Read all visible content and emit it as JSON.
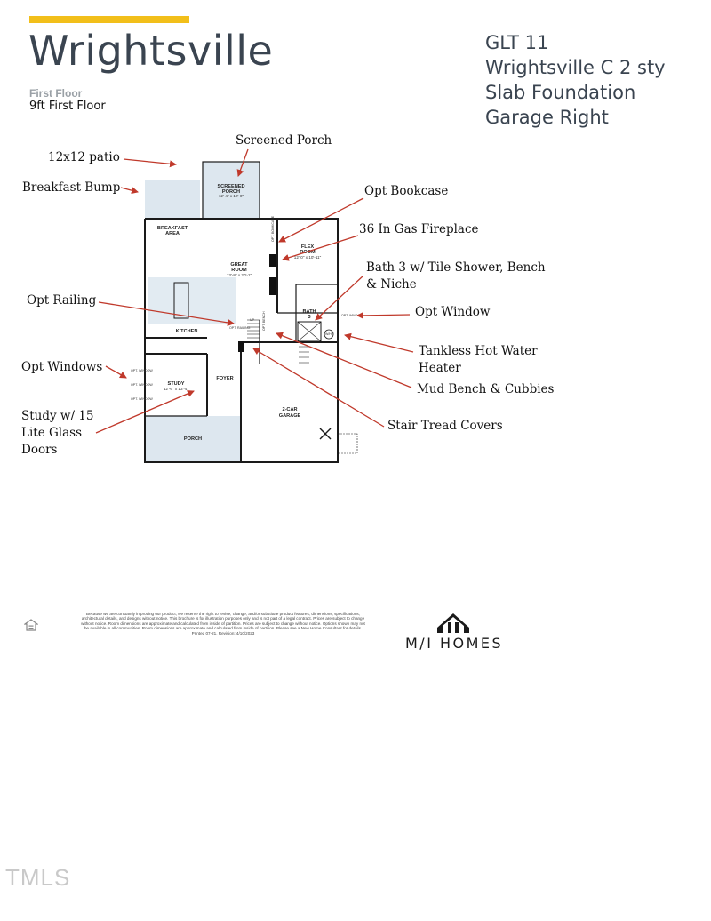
{
  "header": {
    "title": "Wrightsville",
    "floor_label": "First Floor",
    "ceiling_label": "9ft First Floor"
  },
  "spec_lines": [
    "GLT 11",
    "Wrightsville C 2 sty",
    "Slab Foundation",
    "Garage Right"
  ],
  "callouts": {
    "screened_porch": "Screened Porch",
    "patio": "12x12 patio",
    "breakfast_bump": "Breakfast Bump",
    "opt_bookcase": "Opt Bookcase",
    "gas_fireplace": "36 In Gas Fireplace",
    "bath3_line1": "Bath 3 w/ Tile Shower, Bench",
    "bath3_line2": "& Niche",
    "opt_railing": "Opt Railing",
    "opt_window": "Opt Window",
    "tankless_line1": "Tankless Hot Water",
    "tankless_line2": "Heater",
    "opt_windows": "Opt Windows",
    "mud_bench": "Mud Bench & Cubbies",
    "study_line1": "Study w/ 15",
    "study_line2": "Lite Glass",
    "study_line3": "Doors",
    "stair_tread": "Stair Tread Covers"
  },
  "rooms": {
    "screened_porch": {
      "name_line1": "SCREENED",
      "name_line2": "PORCH",
      "dims": "12'-4\" x 12'-0\""
    },
    "breakfast": {
      "name_line1": "BREAKFAST",
      "name_line2": "AREA"
    },
    "great_room": {
      "name_line1": "GREAT",
      "name_line2": "ROOM",
      "dims": "13'-8\" x 20'-1\""
    },
    "flex_room": {
      "name_line1": "FLEX",
      "name_line2": "ROOM",
      "dims": "12'-0\" x 10'-11\""
    },
    "bath": {
      "name_line1": "BATH",
      "name_line2": "3"
    },
    "kitchen": {
      "name": "KITCHEN"
    },
    "study": {
      "name": "STUDY",
      "dims": "12'-6\" x 13'-4\""
    },
    "foyer": {
      "name": "FOYER"
    },
    "garage": {
      "name_line1": "2-CAR",
      "name_line2": "GARAGE"
    },
    "porch": {
      "name": "PORCH"
    }
  },
  "plan_notes": {
    "opt_bookcase_small": "OPT. BOOKCASE",
    "opt_railing_small": "OPT. RAILING",
    "opt_window_small": "OPT. WINDOW",
    "opt_window_a": "OPT. WINDOW",
    "opt_window_b": "OPT. WINDOW",
    "opt_window_c": "OPT. WINDOW",
    "opt_bench_small": "OPT. BENCH",
    "up_label": "UP",
    "wh_label": "W/H"
  },
  "footer": {
    "disclaimer": "Because we are constantly improving our product, we reserve the right to revise, change, and/or substitute product features, dimensions, specifications, architectural details, and designs without notice. This brochure is for illustration purposes only and is not part of a legal contract. Prices are subject to change without notice. Room dimensions are approximate and calculated from inside of partition. Prices are subject to change without notice. Options shown may not be available in all communities. Room dimensions are approximate and calculated from inside of partition. Please see a New Home Consultant for details. Printed 07-21. Revision: 4/10/2023",
    "brand": "M/I HOMES",
    "watermark": "TMLS"
  },
  "colors": {
    "accent": "#f2bf1a",
    "title": "#3a4450",
    "arrow": "#c0392b",
    "room_fill": "#dde7ef"
  },
  "icons": [
    "equal-housing-icon",
    "mi-homes-logo-icon"
  ]
}
